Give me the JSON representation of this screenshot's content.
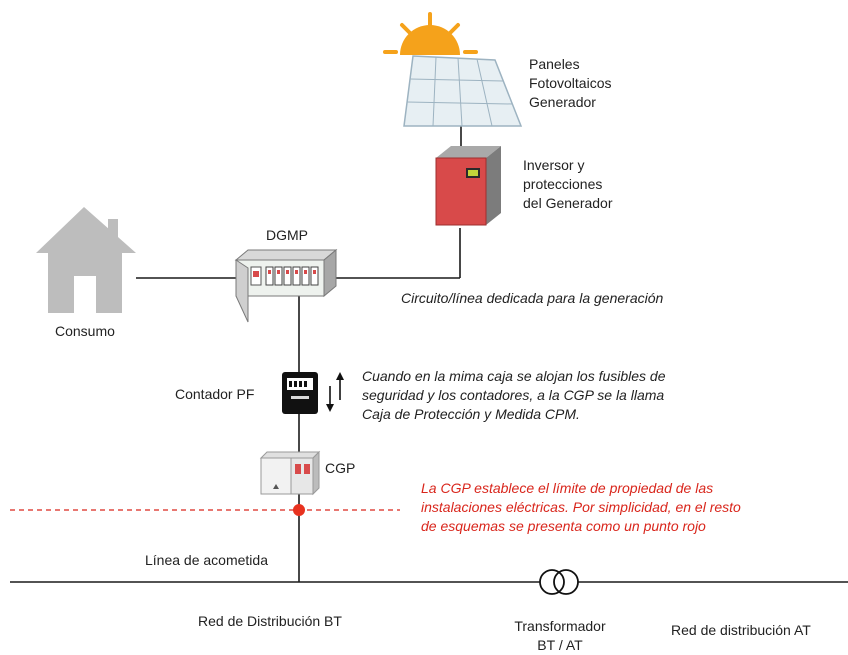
{
  "labels": {
    "panels": [
      "Paneles",
      "Fotovoltaicos",
      "Generador"
    ],
    "inverter": [
      "Inversor y",
      "protecciones",
      "del Generador"
    ],
    "dgmp": "DGMP",
    "consumo": "Consumo",
    "circuit": "Circuito/línea  dedicada para la generación",
    "contador": "Contador PF",
    "cpm_note": [
      "Cuando en la mima caja se alojan los fusibles de",
      "seguridad y los contadores, a la CGP se la llama",
      "Caja de Protección y Medida CPM."
    ],
    "cgp": "CGP",
    "cgp_note": [
      "La CGP establece el límite  de propiedad de las",
      "instalaciones eléctricas.  Por simplicidad,  en el resto",
      "de esquemas se presenta como un punto rojo"
    ],
    "acometida": "Línea de acometida",
    "red_bt": "Red de Distribución BT",
    "transformer": [
      "Transformador",
      "BT / AT"
    ],
    "red_at": "Red de distribución AT"
  },
  "colors": {
    "line": "#1a1a1a",
    "red": "#d9261c",
    "house": "#b9b9b9",
    "sun": "#f5a21b",
    "panel": "#dfe9ef",
    "inverter": "#d84a4a"
  },
  "icons": [
    "sun-icon",
    "solar-panel-icon",
    "inverter-icon",
    "house-icon",
    "distribution-board-icon",
    "meter-icon",
    "cgp-box-icon",
    "transformer-icon"
  ]
}
